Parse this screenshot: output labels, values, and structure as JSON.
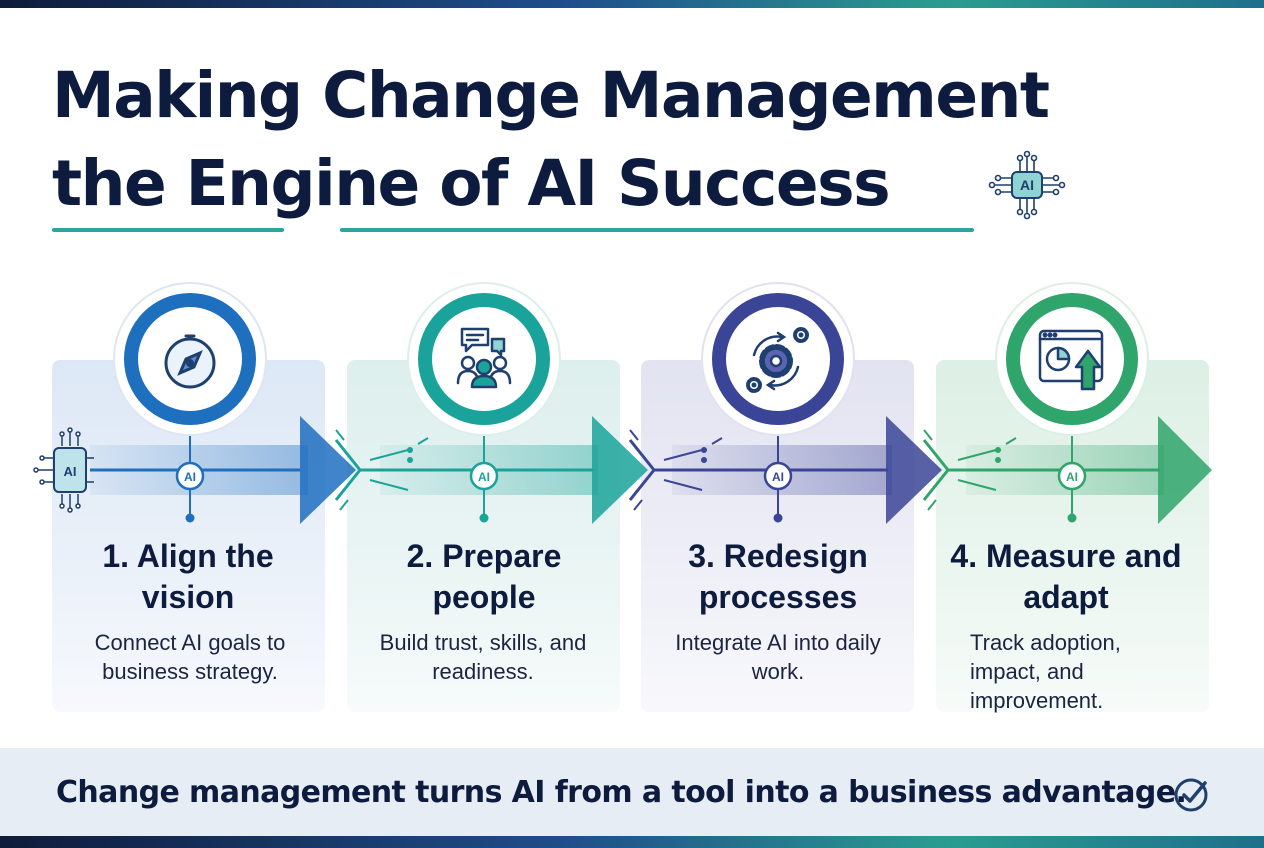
{
  "title": {
    "line1": "Making Change Management",
    "line2": "the Engine of AI Success"
  },
  "chip_label": "AI",
  "steps": [
    {
      "title": "1. Align the vision",
      "description": "Connect AI goals to business strategy.",
      "icon": "compass-icon",
      "color": "#1f6fbf"
    },
    {
      "title": "2. Prepare people",
      "description": "Build trust, skills, and readiness.",
      "icon": "people-chat-icon",
      "color": "#1aa39a"
    },
    {
      "title": "3. Redesign processes",
      "description": "Integrate AI into daily work.",
      "icon": "gears-cycle-icon",
      "color": "#3b4597"
    },
    {
      "title": "4. Measure and adapt",
      "description": "Track adoption, impact, and improvement.",
      "icon": "chart-growth-icon",
      "color": "#2fa46b"
    }
  ],
  "footer": {
    "text": "Change management turns AI from a tool into a business advantage.",
    "icon": "check-circle-icon"
  }
}
